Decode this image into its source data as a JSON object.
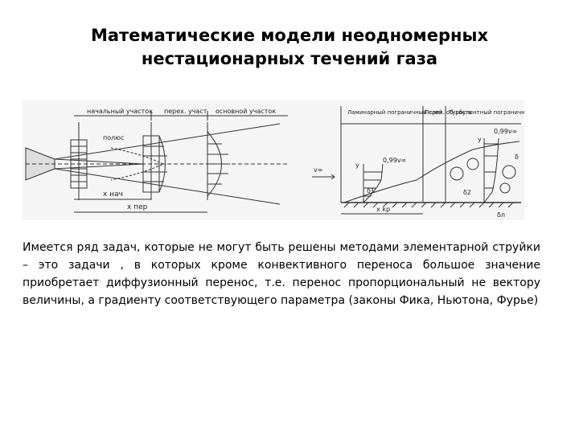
{
  "slide": {
    "title_line1": "Математические модели неодномерных",
    "title_line2": "нестационарных течений газа",
    "paragraph": "Имеется ряд задач, которые не могут быть решены методами элементарной струйки – это задачи , в которых кроме конвективного переноса большое значение приобретает диффузионный перенос, т.е. перенос пропорциональный не вектору величины, а градиенту соответствующего параметра (законы Фика, Ньютона, Фурье)"
  },
  "jet_figure": {
    "label_initial": "начальный участок",
    "label_transition": "перех. участ",
    "label_main": "основной участок",
    "label_core": "полюс",
    "label_x_start": "x нач",
    "label_x_trans": "x пер"
  },
  "bl_figure": {
    "label_laminar": "Ламинарный пограничный слой",
    "label_transition": "Перех. об-ласть",
    "label_turbulent": "Турбулентный пограничный слой",
    "label_099_a": "0,99v∞",
    "label_099_b": "0,99v∞",
    "label_vinf": "v∞",
    "label_y_a": "y",
    "label_y_b": "y",
    "label_delta1": "δ1",
    "label_delta2": "δ2",
    "label_delta": "δ",
    "label_x_kr": "x кр",
    "label_delta_l": "δл"
  },
  "colors": {
    "text": "#000000",
    "figure_bg": "#f5f5f5",
    "line": "#333333"
  }
}
